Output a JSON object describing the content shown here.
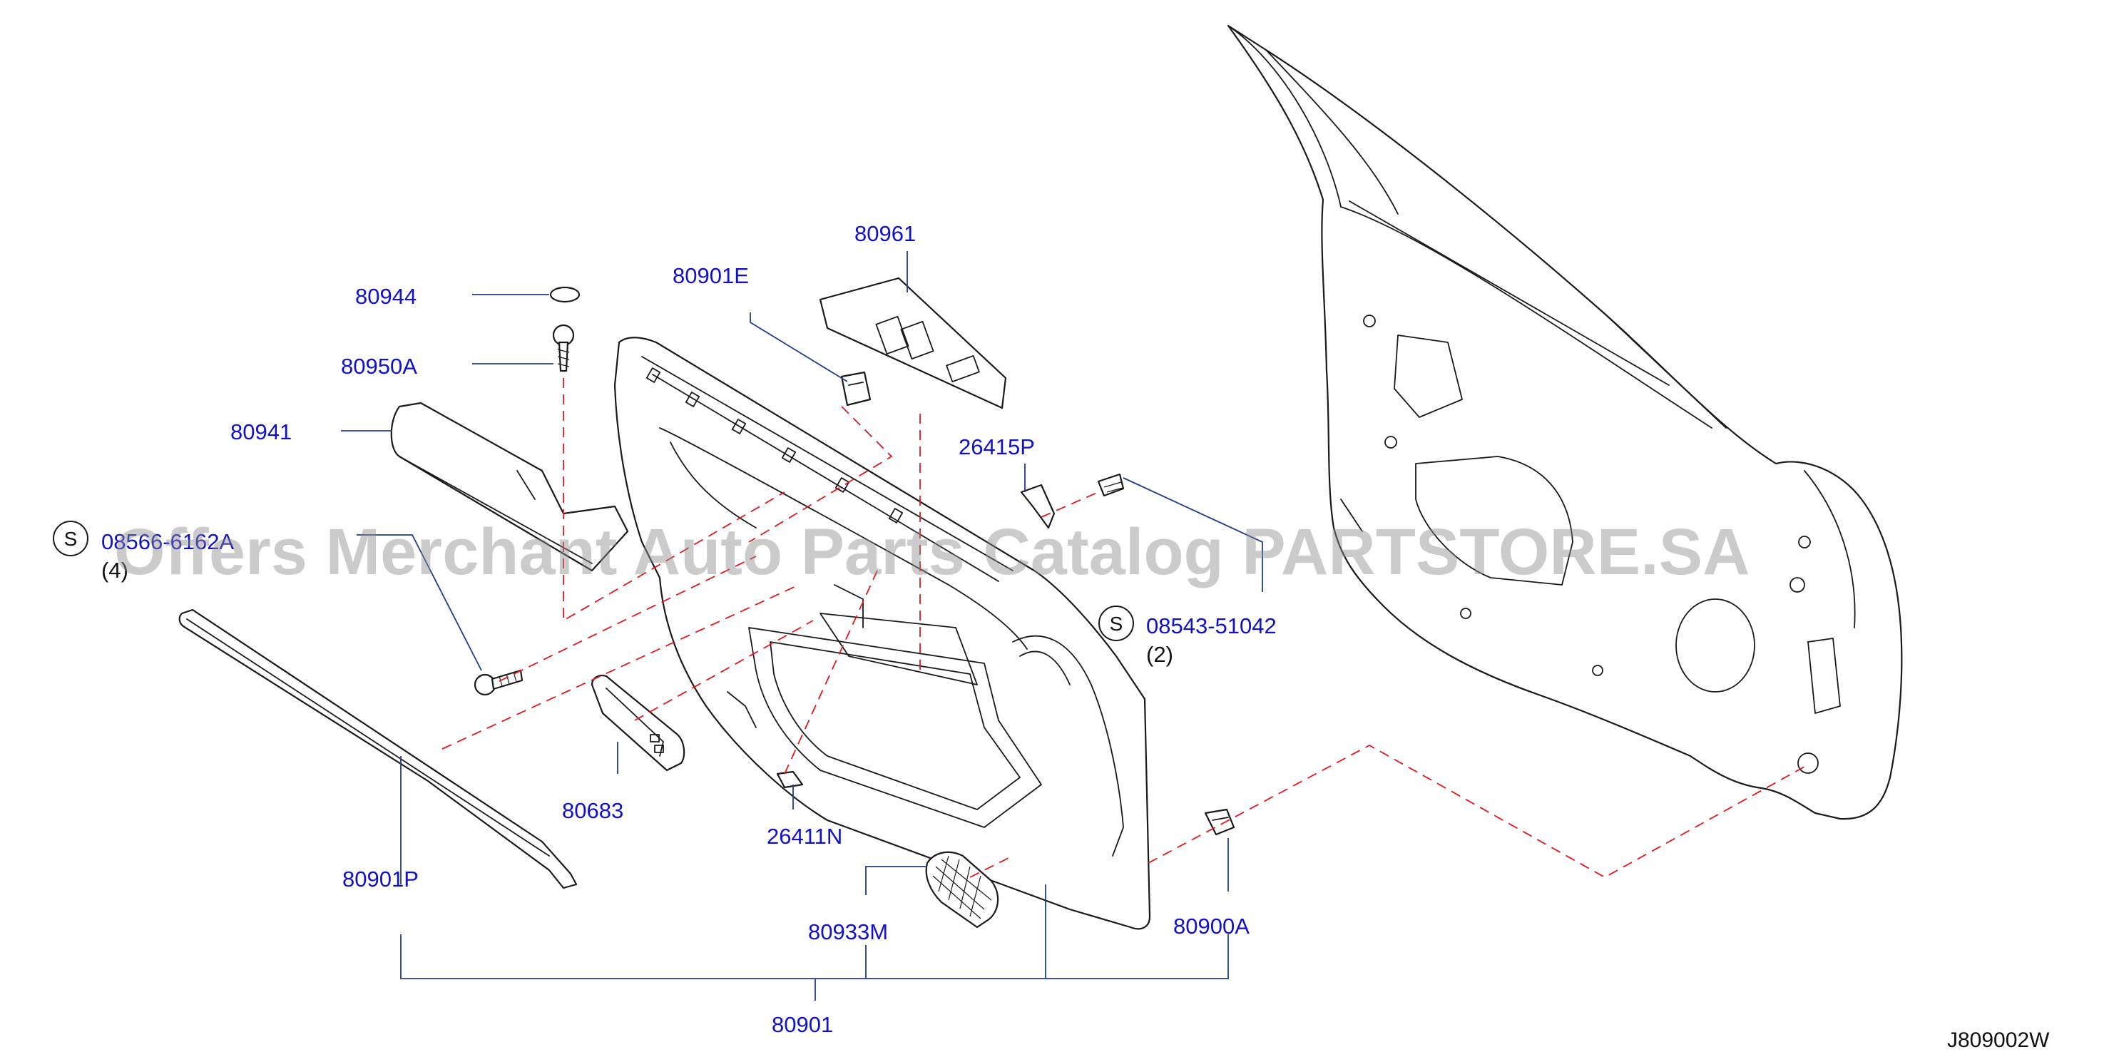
{
  "diagram_id": "J809002W",
  "watermark": "Offers Merchant Auto Parts Catalog PARTSTORE.SA",
  "colors": {
    "label": "#1111c8",
    "leader": "#1f3d8a",
    "dash": "#e0191f",
    "line_art": "#1a1a1a",
    "watermark": "#8c8c8c"
  },
  "parts": {
    "p80961": "80961",
    "p80901E": "80901E",
    "p80944": "80944",
    "p80950A": "80950A",
    "p80941": "80941",
    "p26415P": "26415P",
    "p08566": "08566-6162A",
    "p08566_qty": "(4)",
    "p08543": "08543-51042",
    "p08543_qty": "(2)",
    "p80683": "80683",
    "p26411N": "26411N",
    "p80901P": "80901P",
    "p80933M": "80933M",
    "p80900A": "80900A",
    "p80901": "80901"
  },
  "standard_part_marker": "S"
}
